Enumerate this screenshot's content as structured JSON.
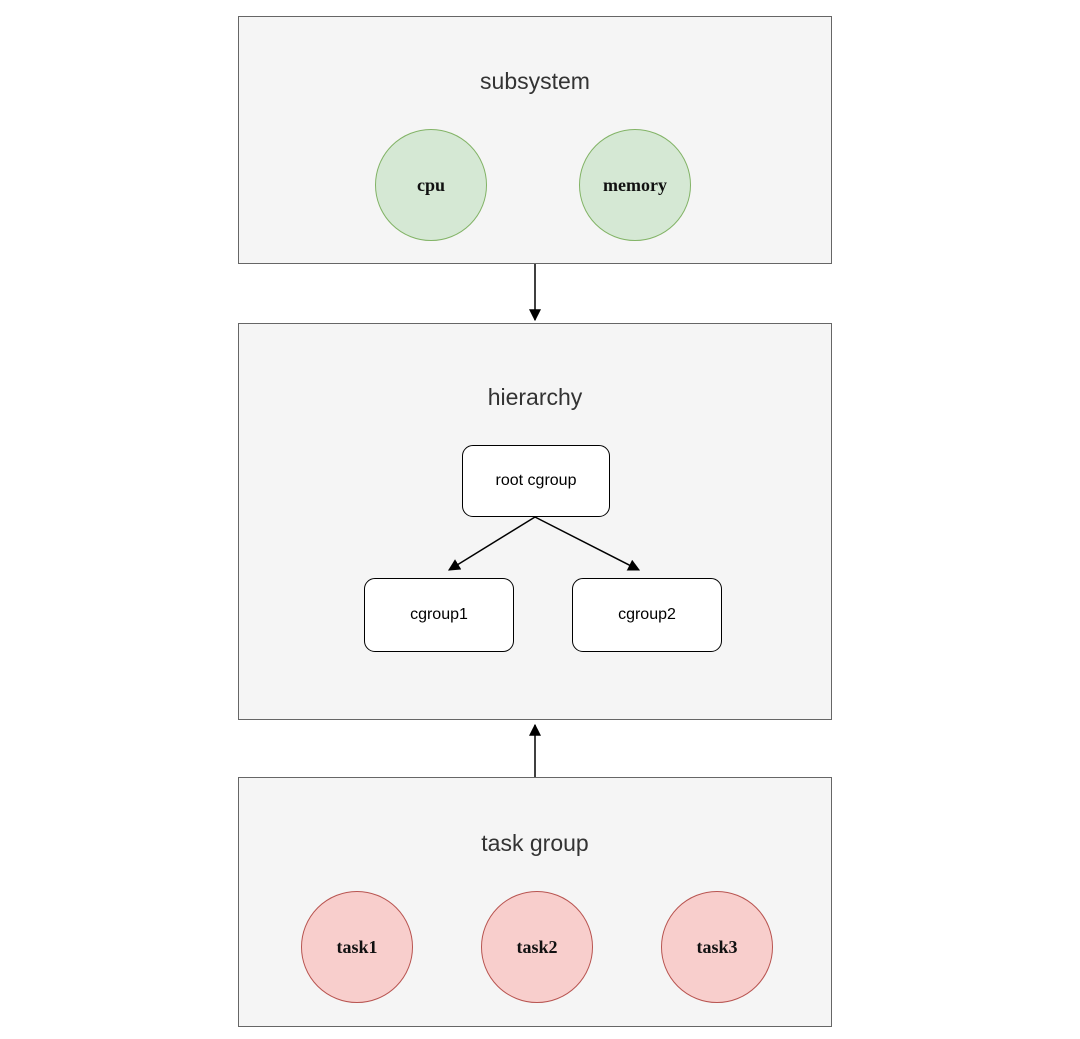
{
  "colors": {
    "page_background": "#ffffff",
    "section_fill": "#f5f5f5",
    "section_border": "#666666",
    "subsystem_node_fill": "#d5e8d4",
    "subsystem_node_border": "#82b366",
    "task_node_fill": "#f8cecc",
    "task_node_border": "#b85450",
    "hierarchy_node_fill": "#ffffff",
    "hierarchy_node_border": "#000000",
    "title_color": "#333333",
    "arrow_color": "#000000"
  },
  "subsystem": {
    "title": "subsystem",
    "nodes": [
      {
        "label": "cpu"
      },
      {
        "label": "memory"
      }
    ]
  },
  "hierarchy": {
    "title": "hierarchy",
    "root": {
      "label": "root cgroup"
    },
    "children": [
      {
        "label": "cgroup1"
      },
      {
        "label": "cgroup2"
      }
    ]
  },
  "task_group": {
    "title": "task group",
    "nodes": [
      {
        "label": "task1"
      },
      {
        "label": "task2"
      },
      {
        "label": "task3"
      }
    ]
  }
}
